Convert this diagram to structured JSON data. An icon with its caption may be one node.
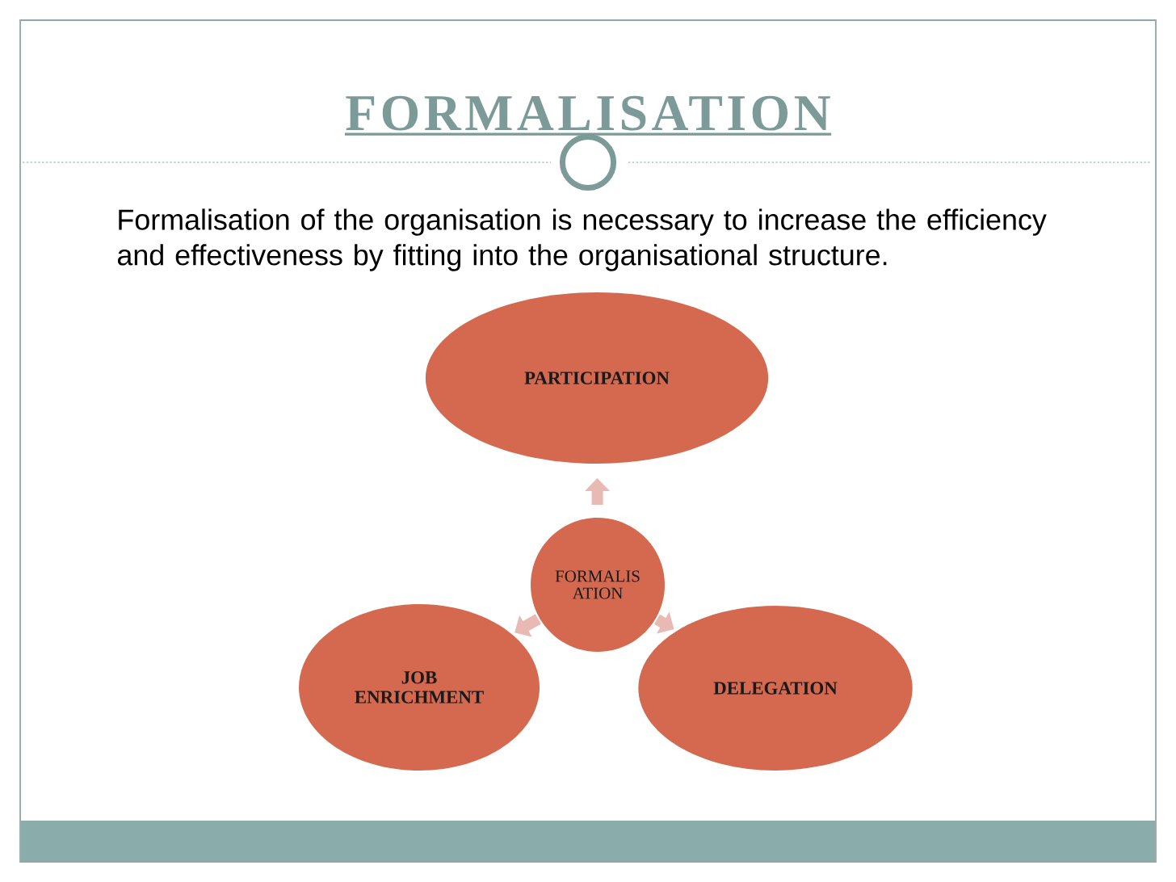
{
  "diagram": {
    "title": "FORMALISATION",
    "nodes": [
      {
        "text": [
          "PARTICIPATION"
        ]
      },
      {
        "text": [
          "FORMALIS ATION"
        ]
      },
      {
        "text": [
          "JOB ENRICHMENT"
        ]
      },
      {
        "text": [
          "DELEGATION"
        ]
      }
    ],
    "edges": [
      {
        "from": 1,
        "to": 0,
        "arrow": "to"
      },
      {
        "from": 1,
        "to": 2,
        "arrow": "to"
      },
      {
        "from": 1,
        "to": 3,
        "arrow": "to"
      }
    ],
    "labels": [
      "Formalisation of the organisation is necessary to increase the efficiency and effectiveness by fitting into the organisational structure."
    ]
  }
}
